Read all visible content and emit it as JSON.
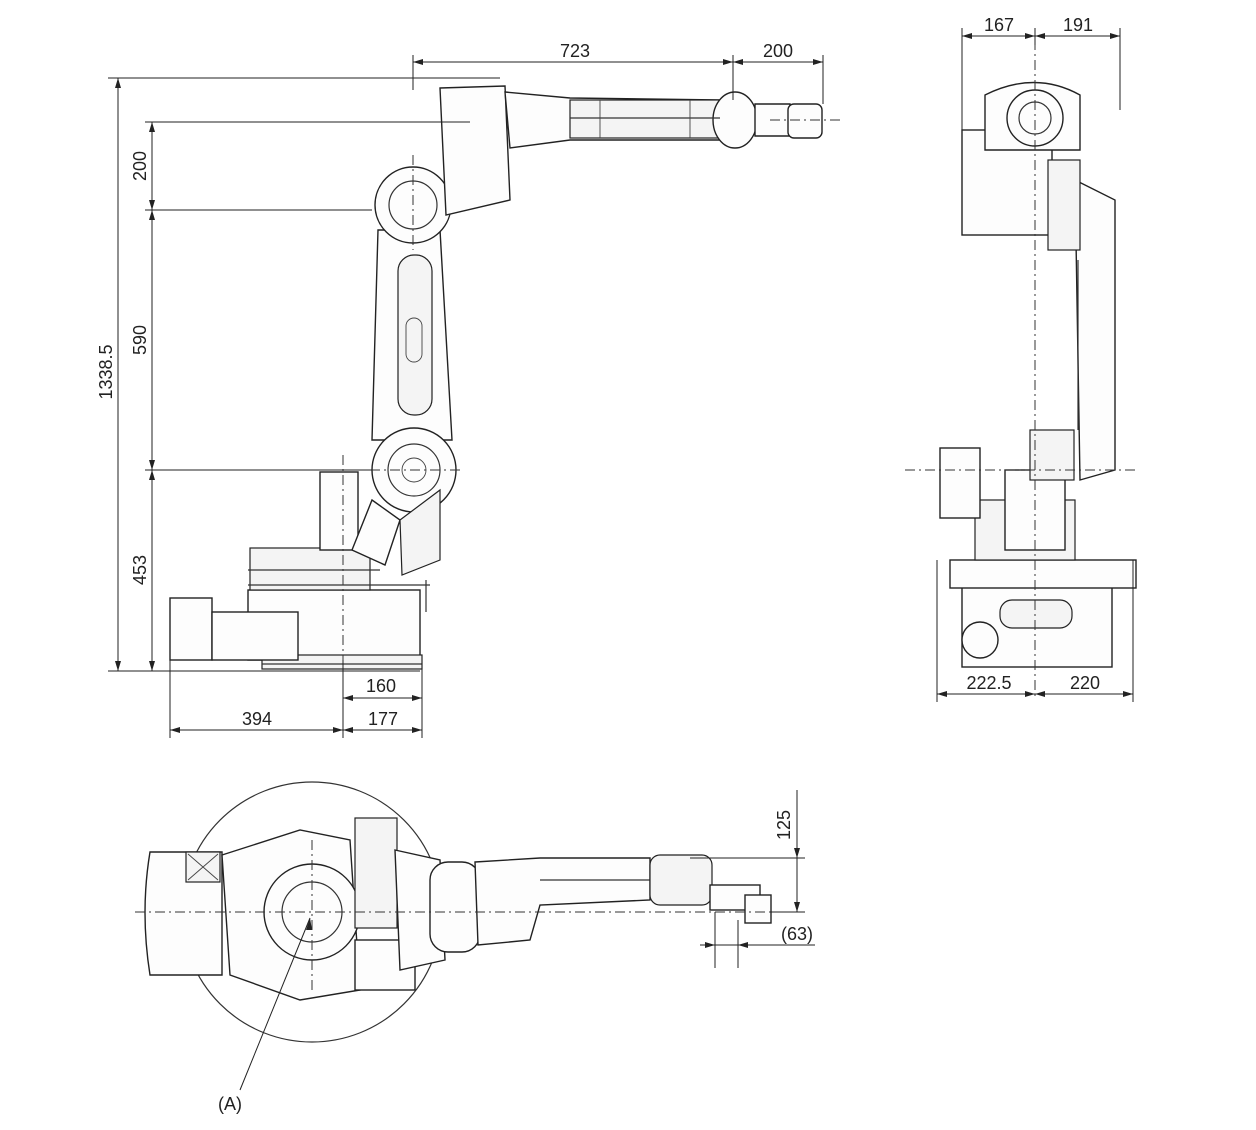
{
  "side_view": {
    "dims": {
      "reach_top": "723",
      "wrist_length": "200",
      "upper_offset": "200",
      "lower_arm": "590",
      "base_height": "453",
      "total_height": "1338.5",
      "axis_offset": "160",
      "base_rear": "394",
      "base_front": "177"
    }
  },
  "front_view": {
    "dims": {
      "top_left": "167",
      "top_right": "191",
      "bottom_left": "222.5",
      "bottom_right": "220"
    }
  },
  "top_view": {
    "dims": {
      "wrist_offset": "125",
      "flange_offset": "(63)"
    },
    "callout": "(A)"
  }
}
